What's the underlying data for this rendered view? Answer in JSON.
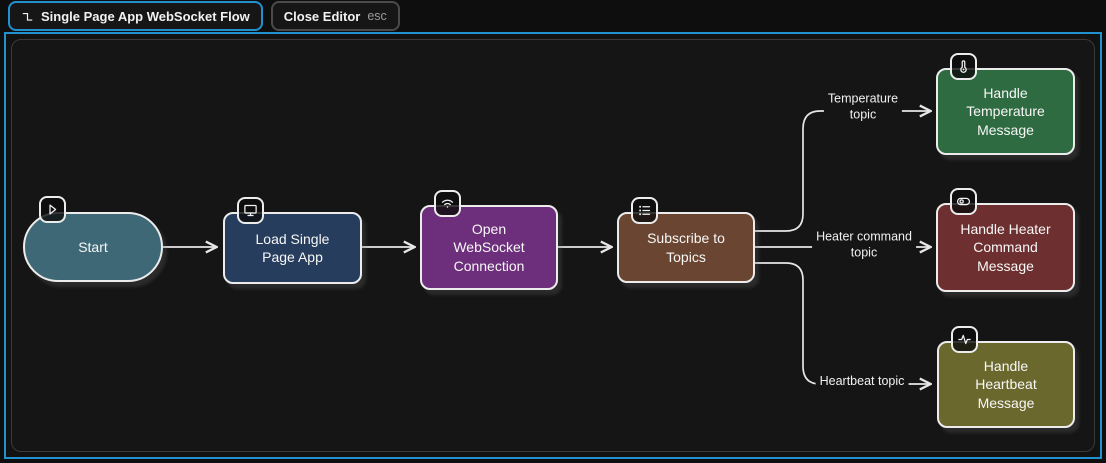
{
  "header": {
    "flow_button": {
      "label": "Single Page App WebSocket Flow"
    },
    "close_button": {
      "label": "Close Editor",
      "shortcut": "esc"
    }
  },
  "colors": {
    "accent_border": "#2191d0",
    "edge_stroke": "#e6e6e6",
    "node_border": "#ececec",
    "canvas_background": "#151515"
  },
  "flow": {
    "nodes": [
      {
        "id": "start",
        "label": "Start",
        "shape": "stadium",
        "color": "#3f6877",
        "icon": "play-icon"
      },
      {
        "id": "load-spa",
        "label": "Load Single\nPage App",
        "shape": "rectangle",
        "color": "#263d5d",
        "icon": "monitor-icon"
      },
      {
        "id": "open-ws",
        "label": "Open\nWebSocket\nConnection",
        "shape": "rectangle",
        "color": "#6d2f7c",
        "icon": "wifi-icon"
      },
      {
        "id": "subscribe",
        "label": "Subscribe to\nTopics",
        "shape": "rectangle",
        "color": "#6a4531",
        "icon": "list-icon"
      },
      {
        "id": "temp",
        "label": "Handle\nTemperature\nMessage",
        "shape": "rectangle",
        "color": "#2e6b40",
        "icon": "thermometer-icon"
      },
      {
        "id": "heater",
        "label": "Handle Heater\nCommand\nMessage",
        "shape": "rectangle",
        "color": "#6d2f2f",
        "icon": "toggle-icon"
      },
      {
        "id": "heartbeat",
        "label": "Handle\nHeartbeat\nMessage",
        "shape": "rectangle",
        "color": "#6a682d",
        "icon": "pulse-icon"
      }
    ],
    "edges": [
      {
        "from": "start",
        "to": "load-spa",
        "label": ""
      },
      {
        "from": "load-spa",
        "to": "open-ws",
        "label": ""
      },
      {
        "from": "open-ws",
        "to": "subscribe",
        "label": ""
      },
      {
        "from": "subscribe",
        "to": "temp",
        "label": "Temperature\ntopic"
      },
      {
        "from": "subscribe",
        "to": "heater",
        "label": "Heater command\ntopic"
      },
      {
        "from": "subscribe",
        "to": "heartbeat",
        "label": "Heartbeat topic"
      }
    ]
  }
}
